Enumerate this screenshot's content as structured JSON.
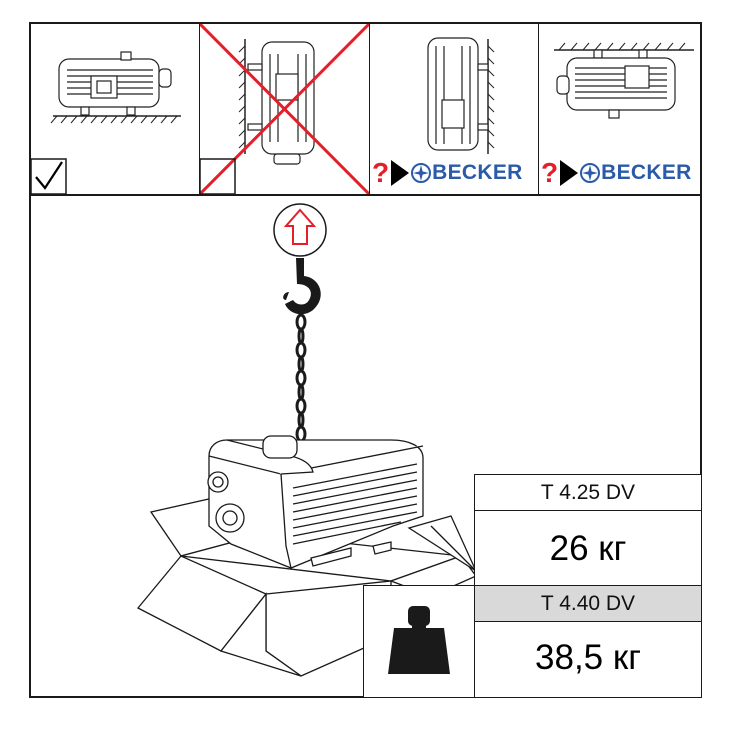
{
  "brand": {
    "name": "BECKER",
    "question_mark": "?",
    "color": "#2a5aa8",
    "accent_red": "#e3202a"
  },
  "mounting_positions": [
    {
      "label": "horizontal-floor",
      "status": "allowed",
      "icon": "check-icon"
    },
    {
      "label": "vertical-wall",
      "status": "prohibited",
      "icon": "cross-icon"
    },
    {
      "label": "vertical-wall-up",
      "status": "consult-manufacturer",
      "icon": "question-icon"
    },
    {
      "label": "ceiling",
      "status": "consult-manufacturer",
      "icon": "question-icon"
    }
  ],
  "lifting": {
    "direction_icon": "up-arrow-icon",
    "hook_icon": "crane-hook-icon",
    "weight_icon": "weight-icon"
  },
  "weights": [
    {
      "model": "T 4.25 DV",
      "weight": "26 кг"
    },
    {
      "model": "T 4.40 DV",
      "weight": "38,5 кг"
    }
  ]
}
